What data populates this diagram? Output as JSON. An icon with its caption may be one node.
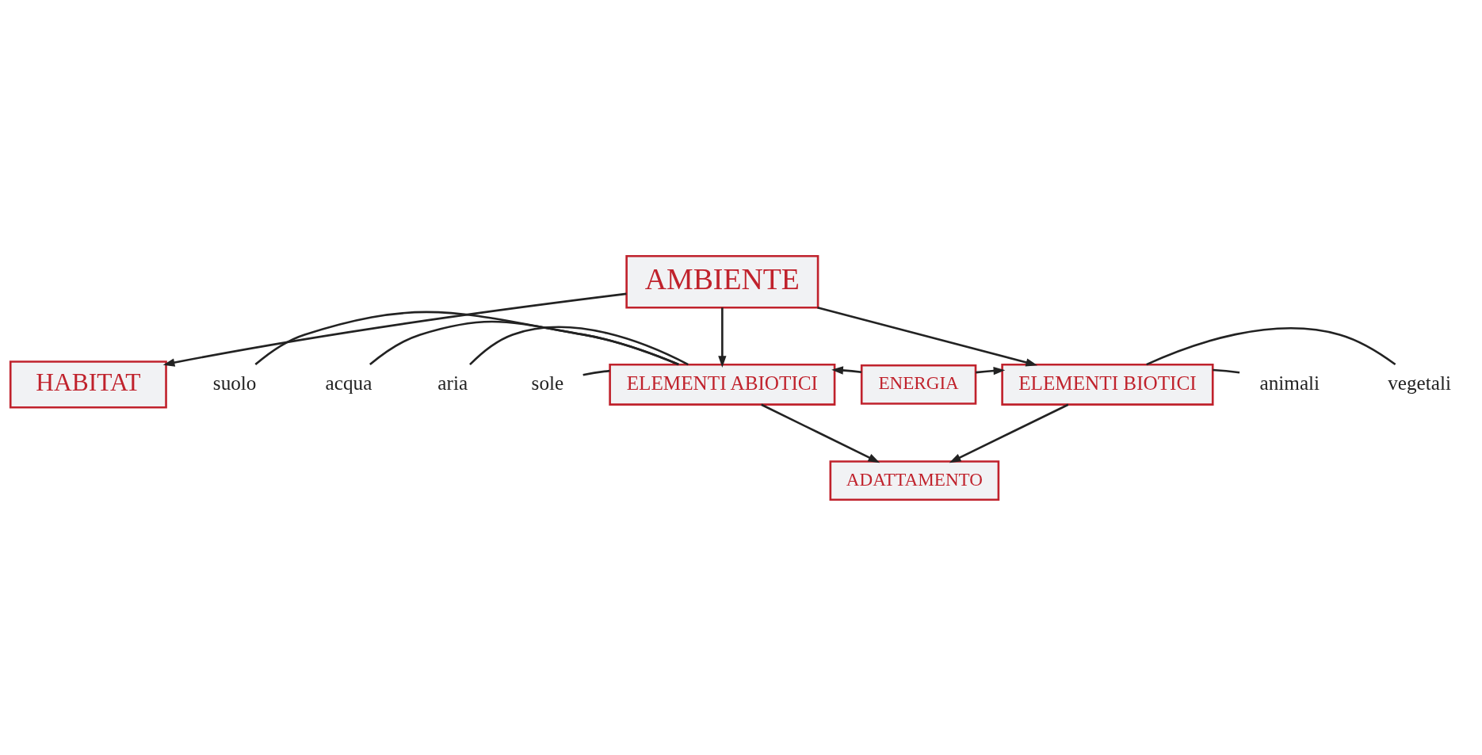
{
  "diagram": {
    "nodes": [
      {
        "text": [
          "HABITAT"
        ]
      },
      {
        "text": [
          "AMBIENTE"
        ]
      },
      {
        "text": [
          "ELEMENTI ABIOTICI"
        ]
      },
      {
        "text": [
          "ENERGIA"
        ]
      },
      {
        "text": [
          "ELEMENTI BIOTICI"
        ]
      },
      {
        "text": [
          "ADATTAMENTO"
        ]
      },
      {
        "text": [
          "suolo"
        ]
      },
      {
        "text": [
          "acqua"
        ]
      },
      {
        "text": [
          "aria"
        ]
      },
      {
        "text": [
          "sole"
        ]
      },
      {
        "text": [
          "animali"
        ]
      },
      {
        "text": [
          "vegetali"
        ]
      }
    ],
    "edges": [
      {
        "from": 1,
        "to": 0,
        "arrow": "to"
      },
      {
        "from": 1,
        "to": 2,
        "arrow": "to"
      },
      {
        "from": 1,
        "to": 4,
        "arrow": "to"
      },
      {
        "from": 3,
        "to": 2,
        "arrow": "to"
      },
      {
        "from": 3,
        "to": 4,
        "arrow": "to"
      },
      {
        "from": 2,
        "to": 5,
        "arrow": "to"
      },
      {
        "from": 4,
        "to": 5,
        "arrow": "to"
      },
      {
        "from": 6,
        "to": 2,
        "arrow": "none"
      },
      {
        "from": 7,
        "to": 2,
        "arrow": "none"
      },
      {
        "from": 8,
        "to": 2,
        "arrow": "none"
      },
      {
        "from": 9,
        "to": 2,
        "arrow": "none"
      },
      {
        "from": 4,
        "to": 10,
        "arrow": "none"
      },
      {
        "from": 4,
        "to": 11,
        "arrow": "none"
      }
    ]
  }
}
